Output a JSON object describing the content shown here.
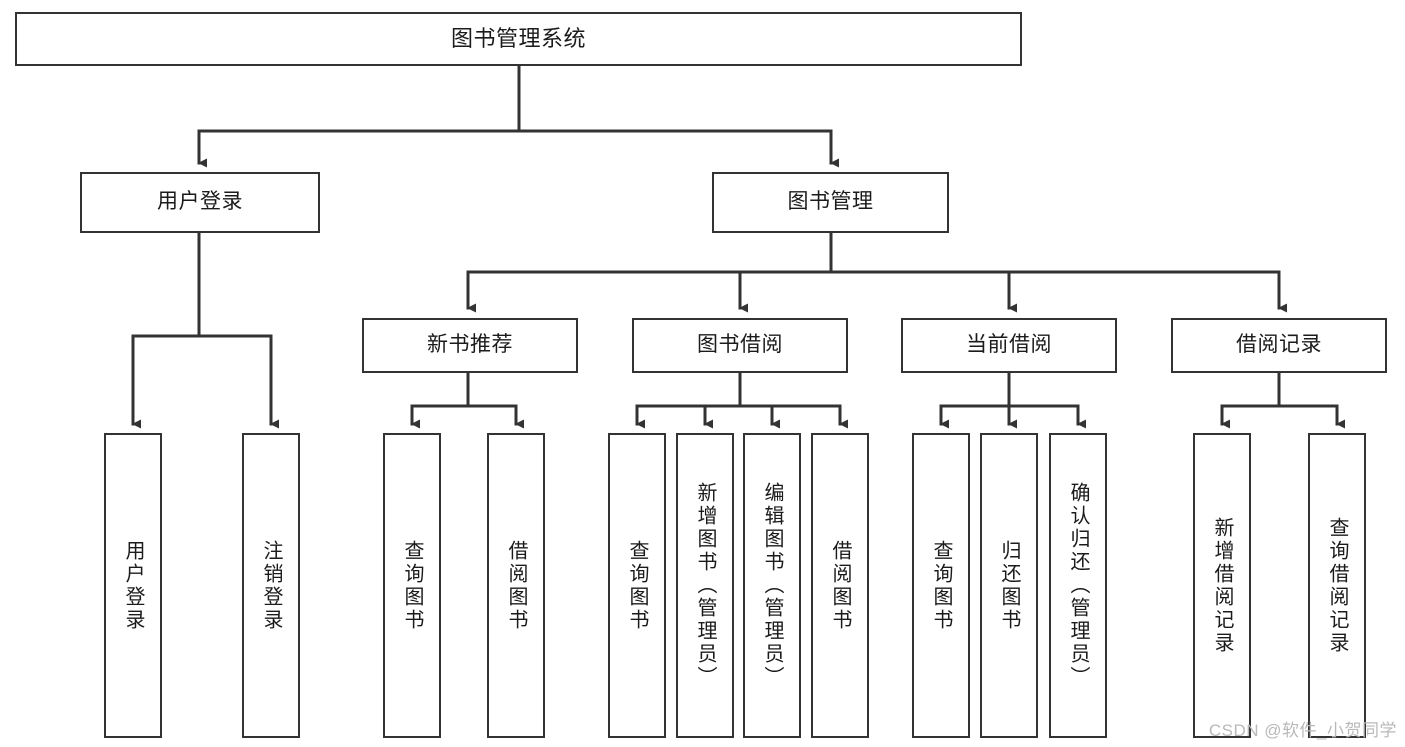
{
  "diagram": {
    "title": "图书管理系统",
    "type": "tree-hierarchy",
    "stroke_color": "#333333",
    "fill_color": "#ffffff",
    "text_color": "#1b1b1b",
    "watermark": "CSDN @软件_小贺同学",
    "root": {
      "label": "图书管理系统"
    },
    "level2": [
      {
        "label": "用户登录"
      },
      {
        "label": "图书管理"
      }
    ],
    "level3": [
      {
        "label": "新书推荐"
      },
      {
        "label": "图书借阅"
      },
      {
        "label": "当前借阅"
      },
      {
        "label": "借阅记录"
      }
    ],
    "leaves": {
      "user_login": [
        {
          "label": "用户登录"
        },
        {
          "label": "注销登录"
        }
      ],
      "new_book": [
        {
          "label": "查询图书"
        },
        {
          "label": "借阅图书"
        }
      ],
      "book_borrow": [
        {
          "label": "查询图书"
        },
        {
          "label": "新增图书（管理员）"
        },
        {
          "label": "编辑图书（管理员）"
        },
        {
          "label": "借阅图书"
        }
      ],
      "current_borrow": [
        {
          "label": "查询图书"
        },
        {
          "label": "归还图书"
        },
        {
          "label": "确认归还（管理员）"
        }
      ],
      "borrow_record": [
        {
          "label": "新增借阅记录"
        },
        {
          "label": "查询借阅记录"
        }
      ]
    }
  }
}
